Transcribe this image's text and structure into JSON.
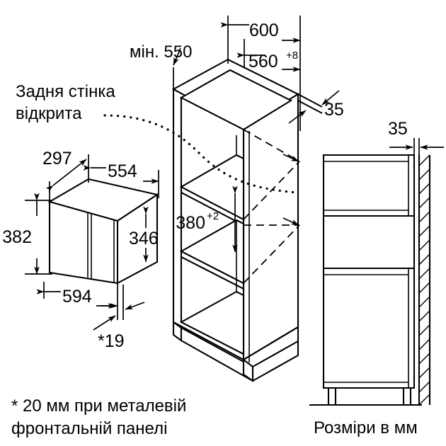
{
  "document": {
    "kind": "installation-dimension-drawing",
    "units_note": "Розміри в мм"
  },
  "annotations": {
    "back_wall_open_line1": "Задня стінка",
    "back_wall_open_line2": "відкрита",
    "footnote_line1": "* 20 мм при металевій",
    "footnote_line2": "фронтальній панелі",
    "units": "Розміри в мм"
  },
  "appliance": {
    "name": "built-in-microwave",
    "dimensions": {
      "depth": "297",
      "width_body": "554",
      "height_front": "382",
      "height_body": "346",
      "width_front": "594",
      "front_panel_thickness": "*19"
    }
  },
  "cabinet": {
    "name": "tall-cabinet-niche",
    "dimensions": {
      "min_depth": "мін. 550",
      "outer_width": "600",
      "niche_width": "560",
      "niche_width_tolerance": "+8",
      "niche_height": "380",
      "niche_height_tolerance": "+2",
      "top_clearance": "35"
    }
  },
  "side_view": {
    "name": "cabinet-side-section",
    "dimensions": {
      "wall_gap": "35"
    }
  },
  "colors": {
    "stroke": "#000000",
    "background": "#ffffff"
  }
}
